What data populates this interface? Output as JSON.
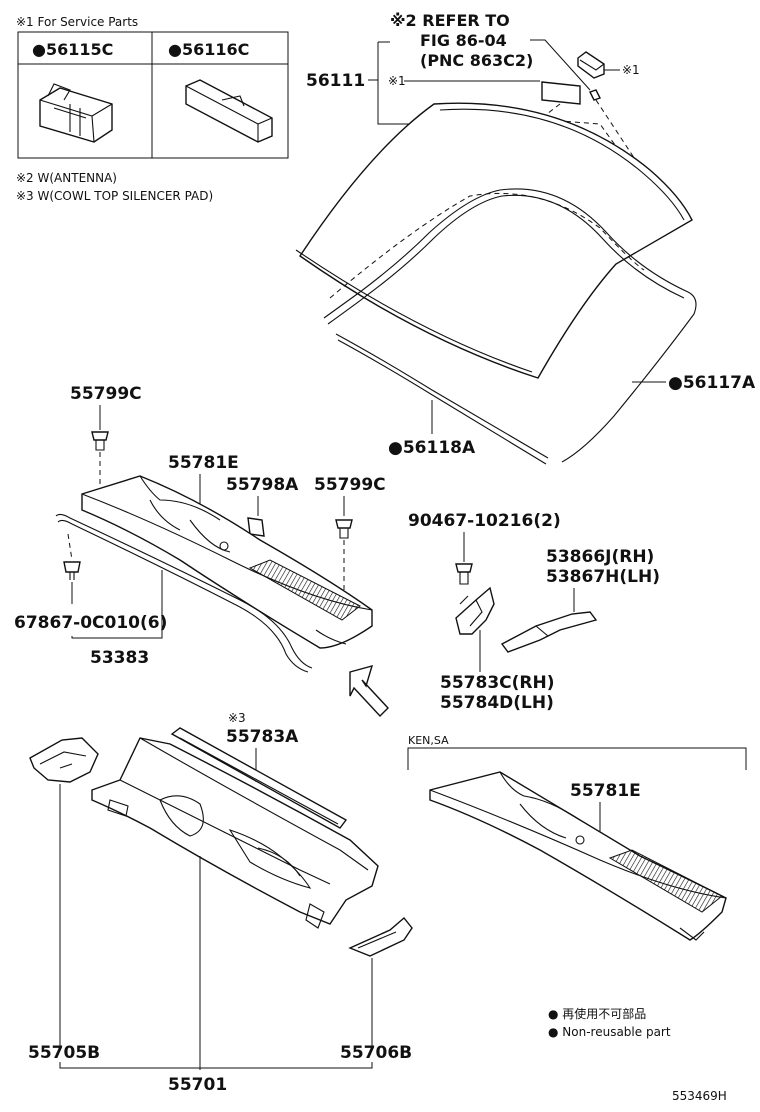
{
  "notes": {
    "service_parts": "※1 For Service Parts",
    "antenna": "※2 W(ANTENNA)",
    "silencer": "※3 W(COWL TOP SILENCER PAD)",
    "refer_line1": "※2 REFER TO",
    "refer_line2": "FIG 86-04",
    "refer_line3": "(PNC 863C2)",
    "mark1_a": "※1",
    "mark1_b": "※1",
    "mark3": "※3",
    "ken_sa": "KEN,SA"
  },
  "service_parts": [
    {
      "label": "●56115C"
    },
    {
      "label": "●56116C"
    }
  ],
  "parts": {
    "p56111": "56111",
    "p56117A": "●56117A",
    "p56118A": "●56118A",
    "p55799C_a": "55799C",
    "p55781E_a": "55781E",
    "p55798A": "55798A",
    "p55799C_b": "55799C",
    "p90467": "90467-10216(2)",
    "p53866J": "53866J(RH)",
    "p53867H": "53867H(LH)",
    "p67867": "67867-0C010(6)",
    "p53383": "53383",
    "p55783C": "55783C(RH)",
    "p55784D": "55784D(LH)",
    "p55783A": "55783A",
    "p55781E_b": "55781E",
    "p55705B": "55705B",
    "p55706B": "55706B",
    "p55701": "55701"
  },
  "legend": {
    "jp": "● 再使用不可部品",
    "en": "● Non-reusable part"
  },
  "figure_id": "553469H"
}
